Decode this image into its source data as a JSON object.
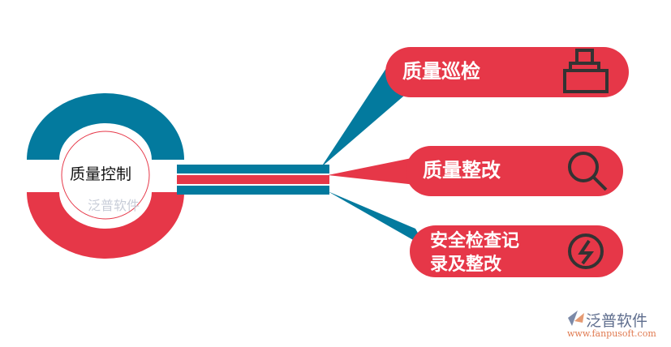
{
  "center": {
    "label": "质量控制",
    "watermark": "泛普软件"
  },
  "items": [
    {
      "label": "质量巡检",
      "icon": "printer-icon"
    },
    {
      "label": "质量整改",
      "icon": "search-icon"
    },
    {
      "label": "安全检查记录及整改",
      "line1": "安全检查记",
      "line2": "录及整改",
      "icon": "lightning-icon"
    }
  ],
  "logo": {
    "name": "泛普软件",
    "url": "www.fanpusoft.com"
  },
  "colors": {
    "teal": "#037a9e",
    "red": "#e63748"
  }
}
